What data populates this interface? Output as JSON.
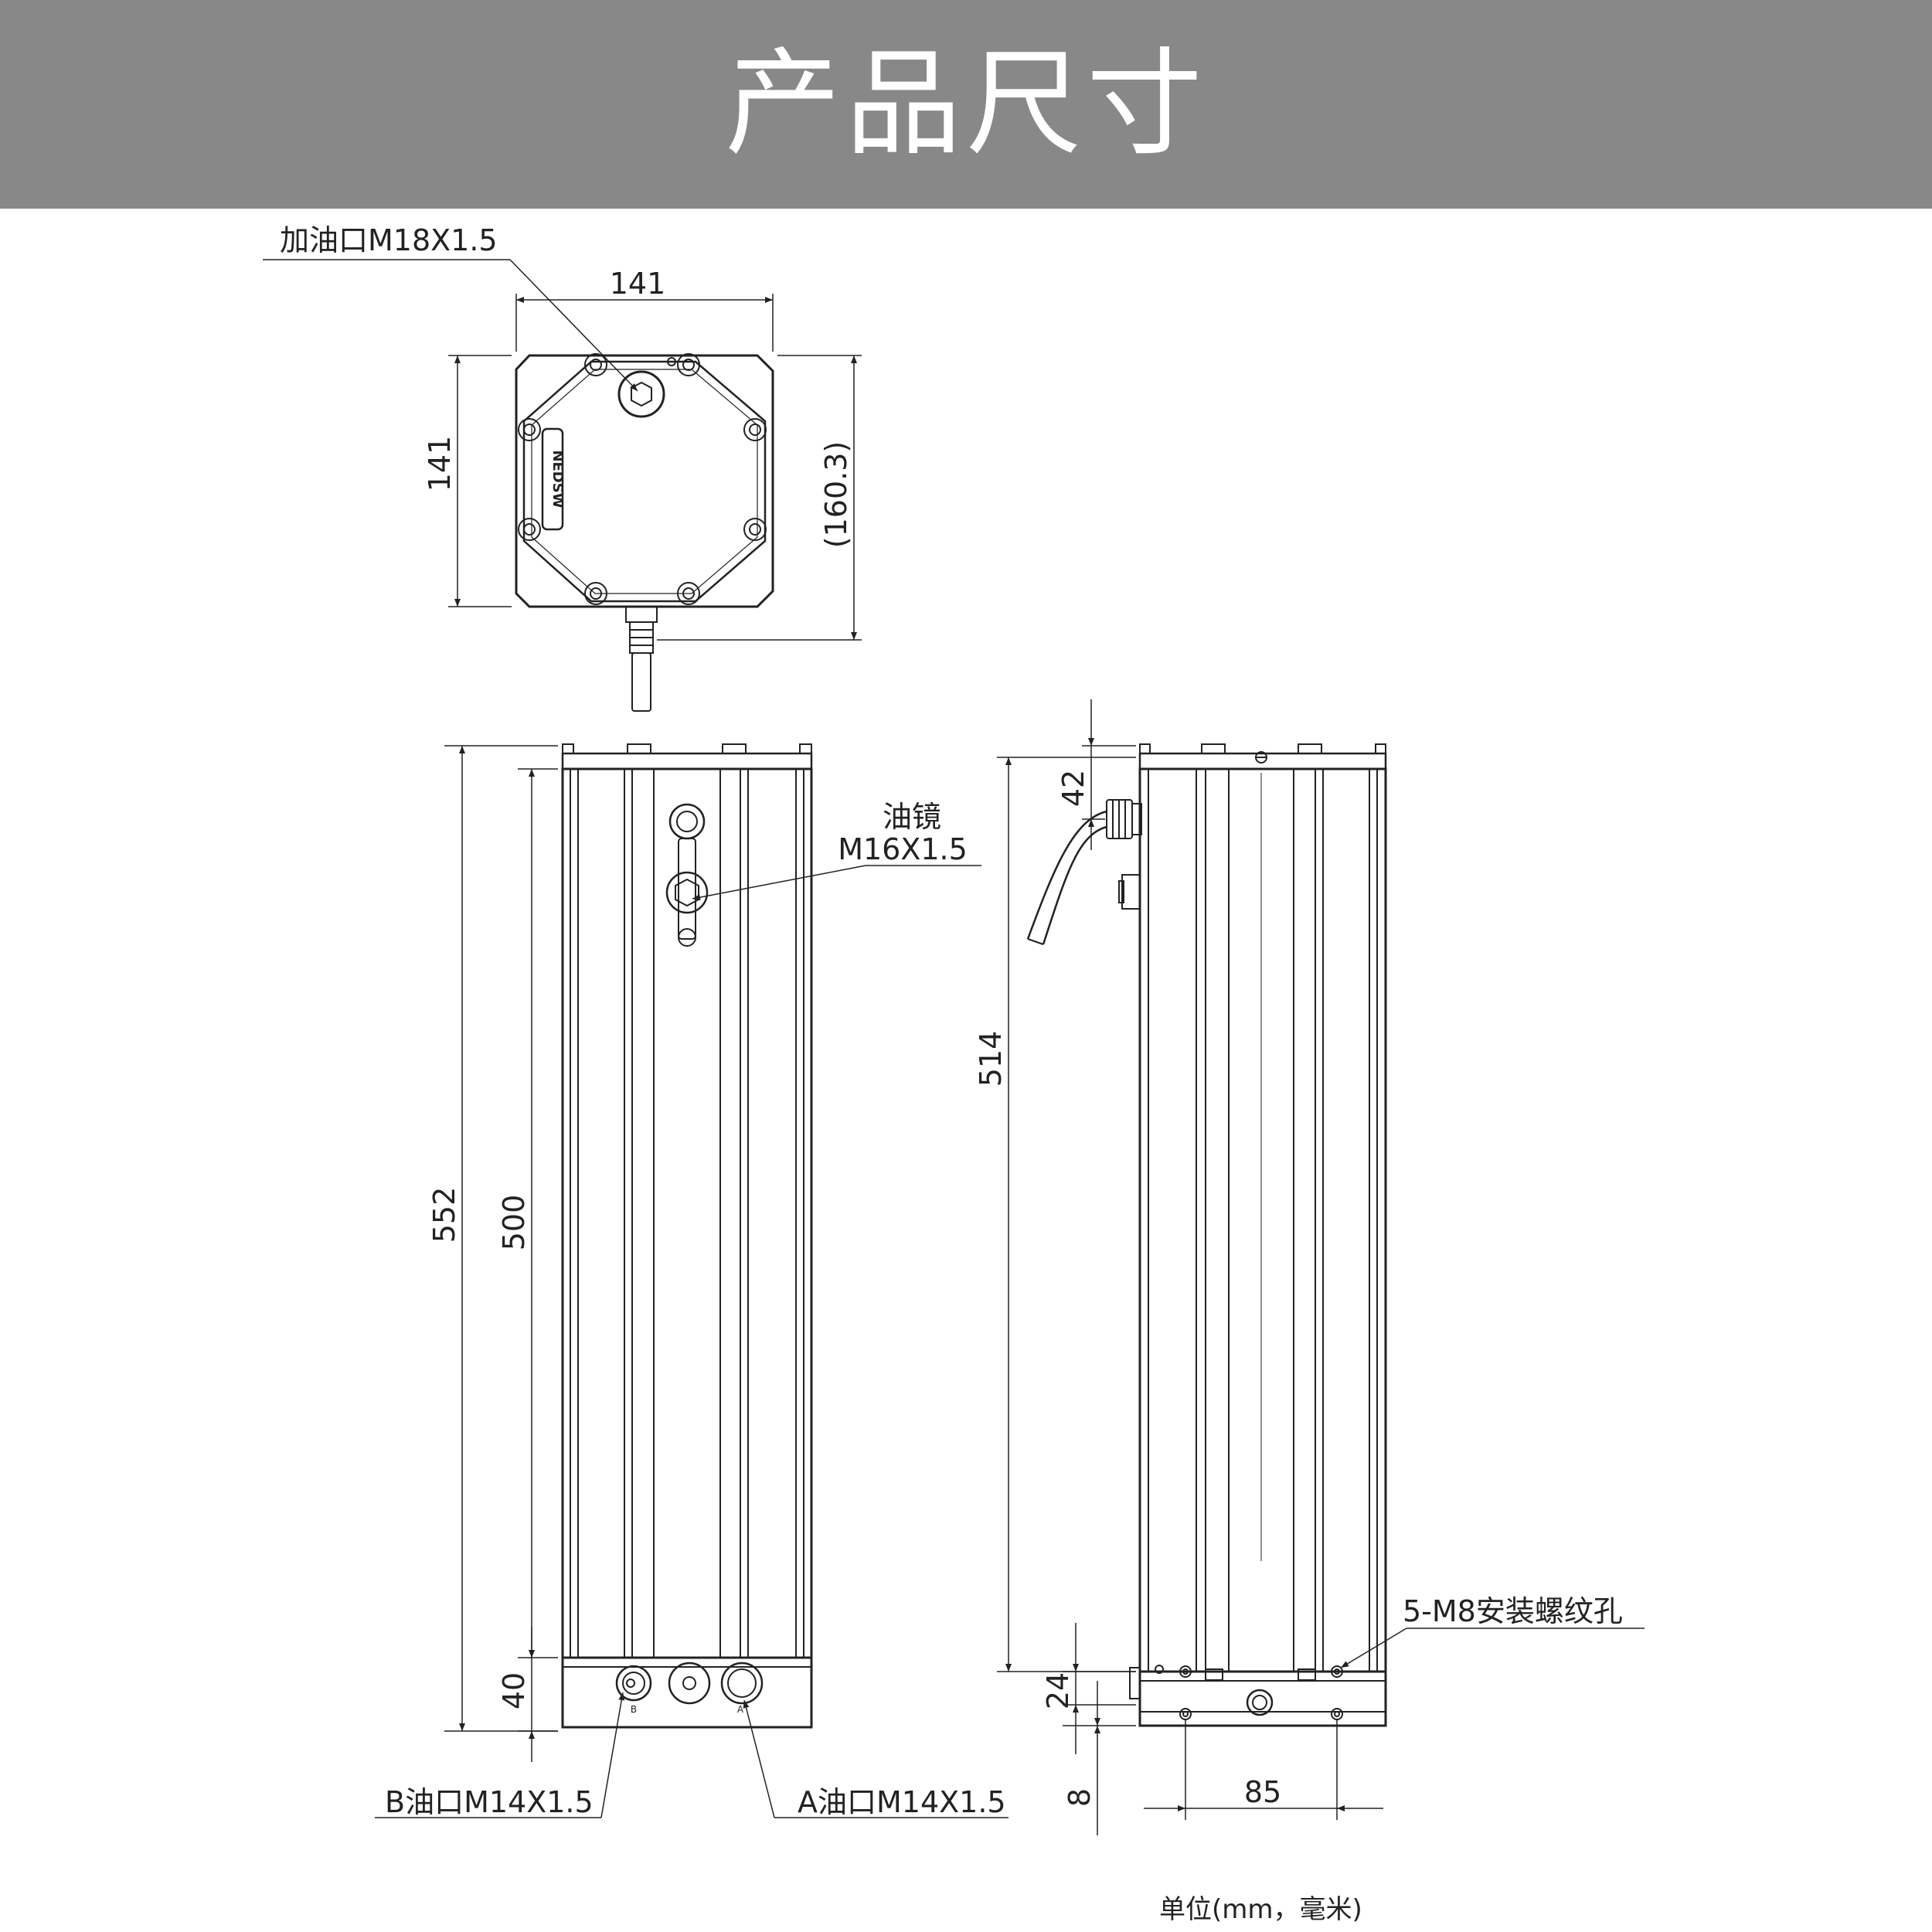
{
  "title": "产品尺寸",
  "top_view": {
    "width_dim": "141",
    "height_dim": "141",
    "overall_dim": "(160.3)",
    "fill_port_label": "加油口M18X1.5",
    "logo_text": "NEDSW"
  },
  "front_view": {
    "overall_height_dim": "552",
    "body_height_dim": "500",
    "base_height_dim": "40",
    "sight_glass_label_1": "油镜",
    "sight_glass_label_2": "M16X1.5",
    "port_b_label": "B油口M14X1.5",
    "port_a_label": "A油口M14X1.5",
    "port_b_mark": "B",
    "port_a_mark": "A"
  },
  "side_view": {
    "height_dim": "514",
    "cable_offset_dim": "42",
    "hole_pitch_v_dim": "24",
    "hole_offset_dim": "8",
    "hole_pitch_h_dim": "85",
    "mount_holes_label": "5-M8安装螺纹孔"
  },
  "footer": {
    "unit_note": "单位(mm，毫米)"
  },
  "colors": {
    "header_bg": "#888888",
    "line": "#222222"
  }
}
